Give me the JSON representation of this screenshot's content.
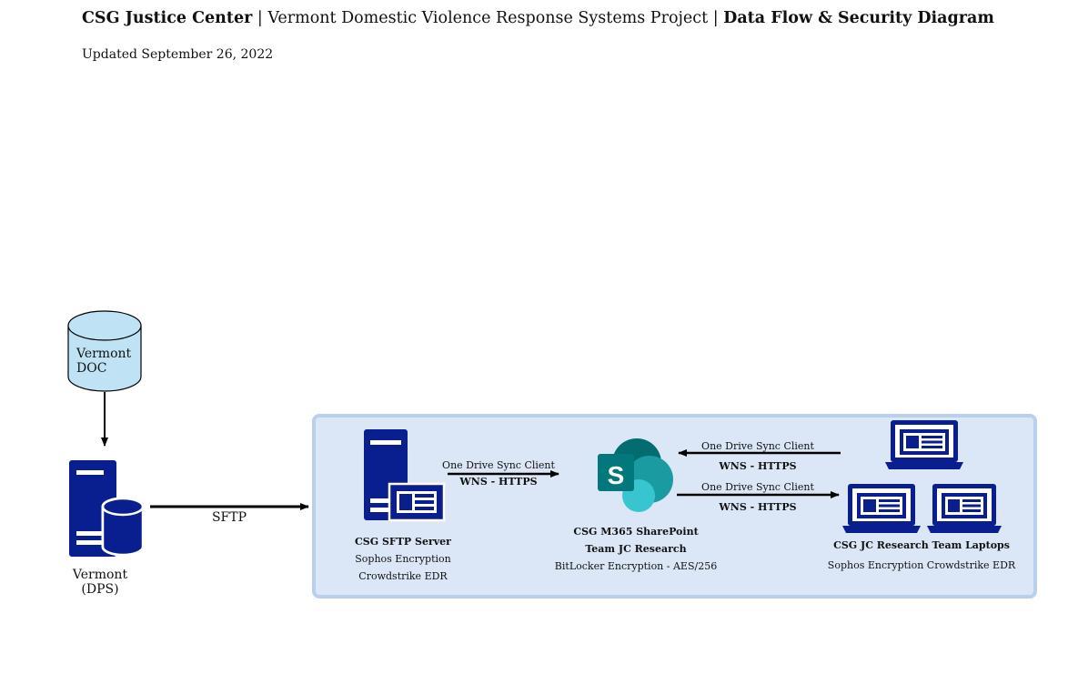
{
  "header": {
    "title_part1": "CSG Justice Center",
    "title_sep1": "|",
    "title_part2": "Vermont Domestic Violence Response Systems Project",
    "title_sep2": "|",
    "title_part3": "Data Flow & Security Diagram",
    "subtitle": "Updated September 26, 2022"
  },
  "nodes": {
    "vermont_doc": {
      "line1": "Vermont",
      "line2": "DOC"
    },
    "vermont_dps": {
      "line1": "Vermont",
      "line2": "(DPS)"
    },
    "sftp_server": {
      "title": "CSG SFTP Server",
      "line1": "Sophos Encryption",
      "line2": "Crowdstrike EDR"
    },
    "sharepoint": {
      "title1": "CSG M365 SharePoint",
      "title2": "Team JC Research",
      "line1": "BitLocker Encryption - AES/256"
    },
    "laptops": {
      "title": "CSG JC Research Team Laptops",
      "line1": "Sophos Encryption Crowdstrike EDR"
    }
  },
  "edges": {
    "dps_to_sftp": "SFTP",
    "sftp_to_sp": {
      "top": "One Drive Sync Client",
      "bottom": "WNS - HTTPS"
    },
    "laptop_to_sp": {
      "top": "One Drive Sync Client",
      "bottom": "WNS - HTTPS"
    },
    "sp_to_laptops": {
      "top": "One Drive Sync Client",
      "bottom": "WNS - HTTPS"
    }
  },
  "colors": {
    "navy": "#0a1f8f",
    "cylinder_fill": "#bfe3f5",
    "panel_fill": "#dbe7f7",
    "panel_border": "#b9cfea",
    "sharepoint_dark": "#036c70",
    "sharepoint_mid": "#1a9ba1",
    "sharepoint_light": "#37c6d0"
  }
}
